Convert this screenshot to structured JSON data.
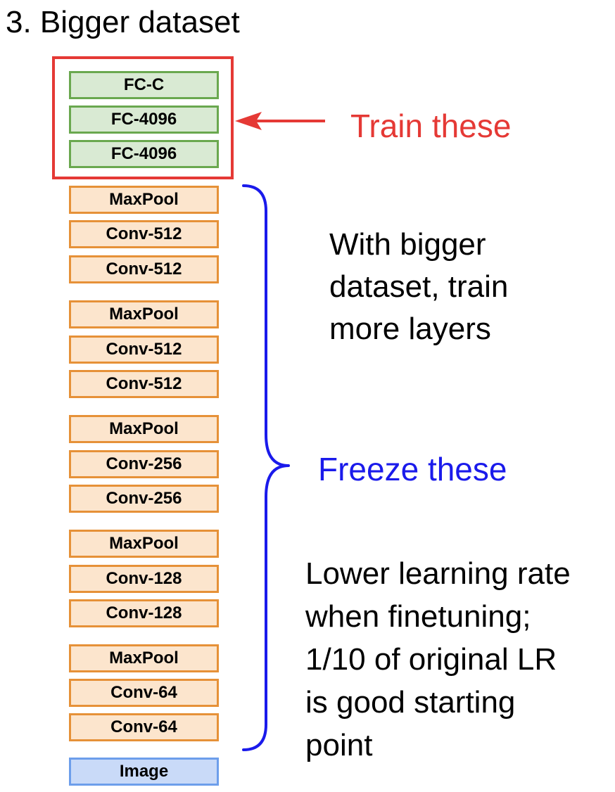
{
  "title": "3. Bigger dataset",
  "layers": [
    {
      "label": "FC-C",
      "kind": "fc"
    },
    {
      "label": "FC-4096",
      "kind": "fc"
    },
    {
      "label": "FC-4096",
      "kind": "fc"
    },
    {
      "label": "MaxPool",
      "kind": "conv"
    },
    {
      "label": "Conv-512",
      "kind": "conv"
    },
    {
      "label": "Conv-512",
      "kind": "conv"
    },
    {
      "label": "MaxPool",
      "kind": "conv"
    },
    {
      "label": "Conv-512",
      "kind": "conv"
    },
    {
      "label": "Conv-512",
      "kind": "conv"
    },
    {
      "label": "MaxPool",
      "kind": "conv"
    },
    {
      "label": "Conv-256",
      "kind": "conv"
    },
    {
      "label": "Conv-256",
      "kind": "conv"
    },
    {
      "label": "MaxPool",
      "kind": "conv"
    },
    {
      "label": "Conv-128",
      "kind": "conv"
    },
    {
      "label": "Conv-128",
      "kind": "conv"
    },
    {
      "label": "MaxPool",
      "kind": "conv"
    },
    {
      "label": "Conv-64",
      "kind": "conv"
    },
    {
      "label": "Conv-64",
      "kind": "conv"
    },
    {
      "label": "Image",
      "kind": "input"
    }
  ],
  "annotations": {
    "train": "Train these",
    "freeze": "Freeze these",
    "note_bigger": [
      "With bigger",
      "dataset, train",
      "more layers"
    ],
    "note_lr": [
      "Lower learning rate",
      "when finetuning;",
      "1/10 of original LR",
      "is good starting",
      "point"
    ]
  },
  "colors": {
    "train": "#e53935",
    "freeze": "#1a1aeb",
    "fc_border": "#6aa84f",
    "fc_fill": "#d9ead3",
    "conv_border": "#e69138",
    "conv_fill": "#fce5cd",
    "image_border": "#6d9eeb",
    "image_fill": "#c9daf8"
  }
}
